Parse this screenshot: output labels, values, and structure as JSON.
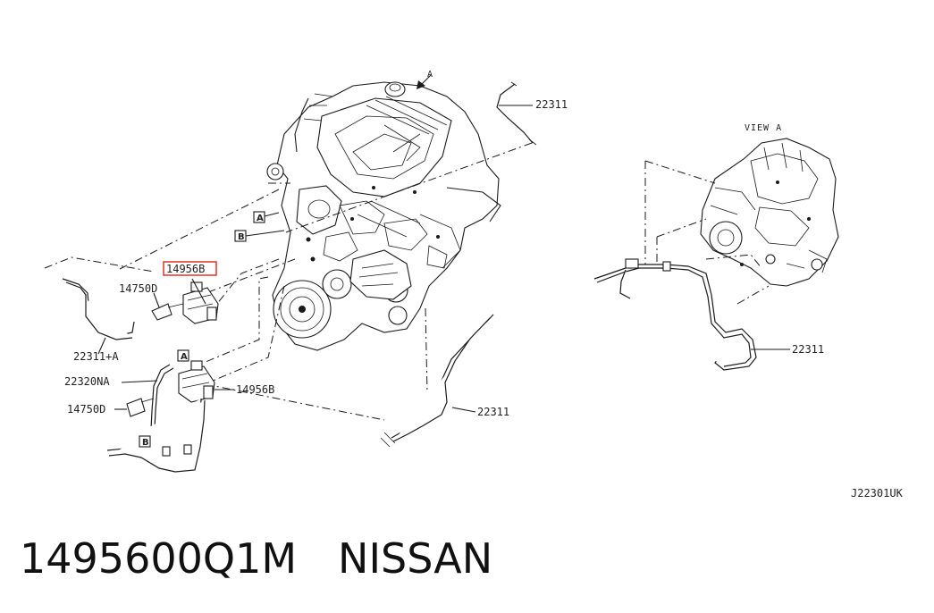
{
  "labels": {
    "view_a_arrow": "A",
    "hose_top_right": "22311",
    "view_title": "VIEW A",
    "highlighted_part": "14956B",
    "bolt_upper": "14750D",
    "box_a_upper": "A",
    "box_b_upper": "B",
    "hose_left": "22311+A",
    "hose_na": "22320NA",
    "solenoid_lower": "14956B",
    "bolt_lower": "14750D",
    "box_a_lower": "A",
    "box_b_lower": "B",
    "hose_center": "22311",
    "hose_view_a": "22311",
    "diagram_code": "J22301UK"
  },
  "footer": {
    "part_number": "1495600Q1M",
    "brand": "NISSAN"
  },
  "colors": {
    "highlight": "#e2231a",
    "ink": "#1a1a1a"
  }
}
